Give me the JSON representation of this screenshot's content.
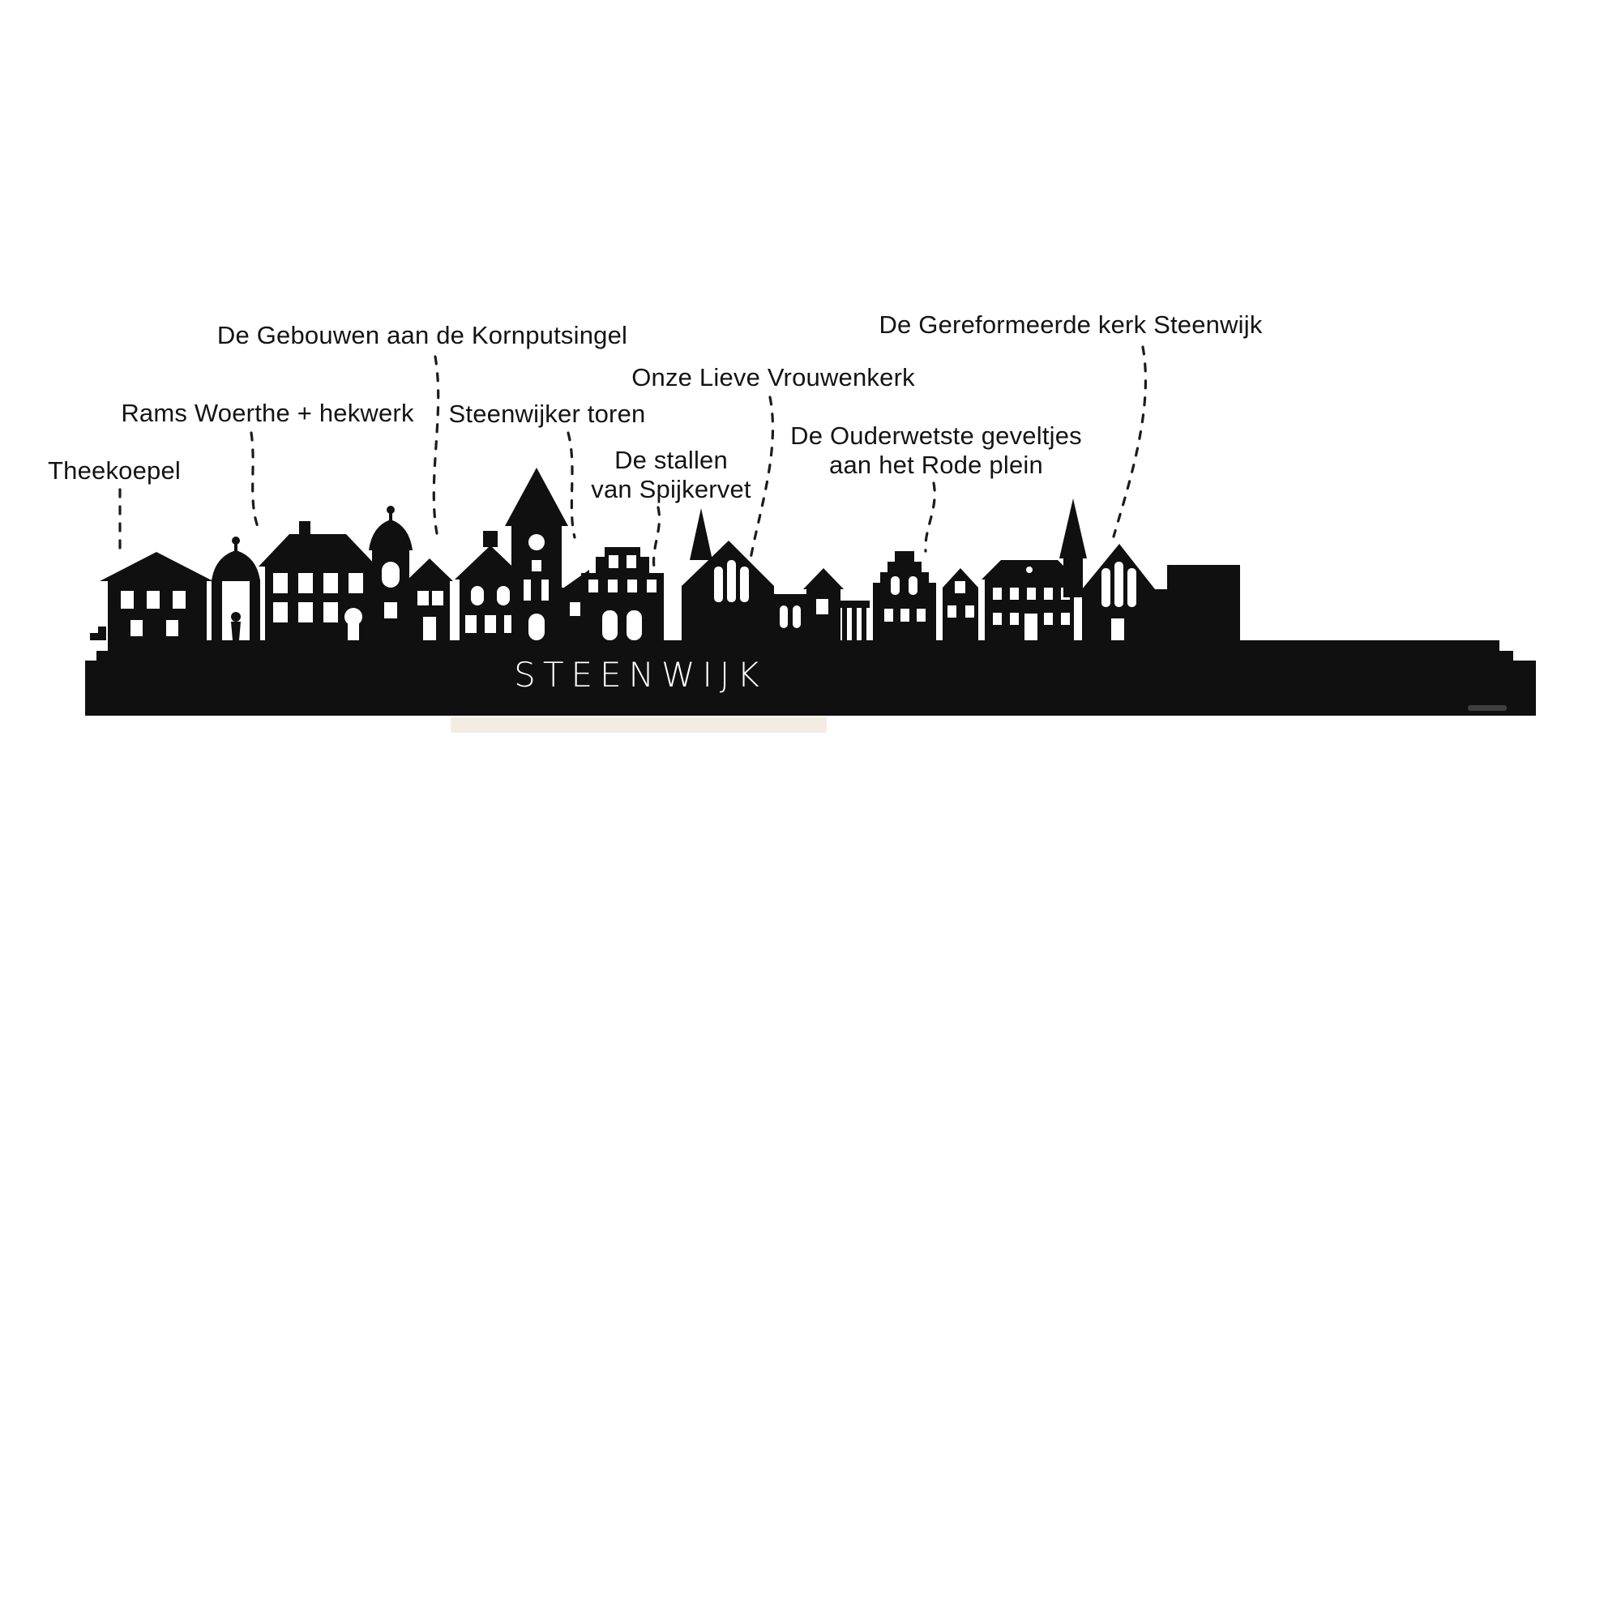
{
  "skyline": {
    "city_name": "STEENWIJK",
    "silhouette_color": "#101010",
    "base_color": "#f3ece3"
  },
  "labels": {
    "theekoepel": {
      "text": "Theekoepel"
    },
    "rams_woerthe": {
      "text": "Rams Woerthe + hekwerk"
    },
    "kornputsingel": {
      "text": "De Gebouwen aan de Kornputsingel"
    },
    "steenwijker_toren": {
      "text": "Steenwijker toren"
    },
    "stallen_spijkervet": {
      "text": "De stallen\nvan Spijkervet"
    },
    "onze_lieve_vrouwenkerk": {
      "text": "Onze Lieve Vrouwenkerk"
    },
    "rode_plein": {
      "text": "De Ouderwetste geveltjes\naan het Rode plein"
    },
    "gereformeerde_kerk": {
      "text": "De Gereformeerde kerk Steenwijk"
    }
  }
}
